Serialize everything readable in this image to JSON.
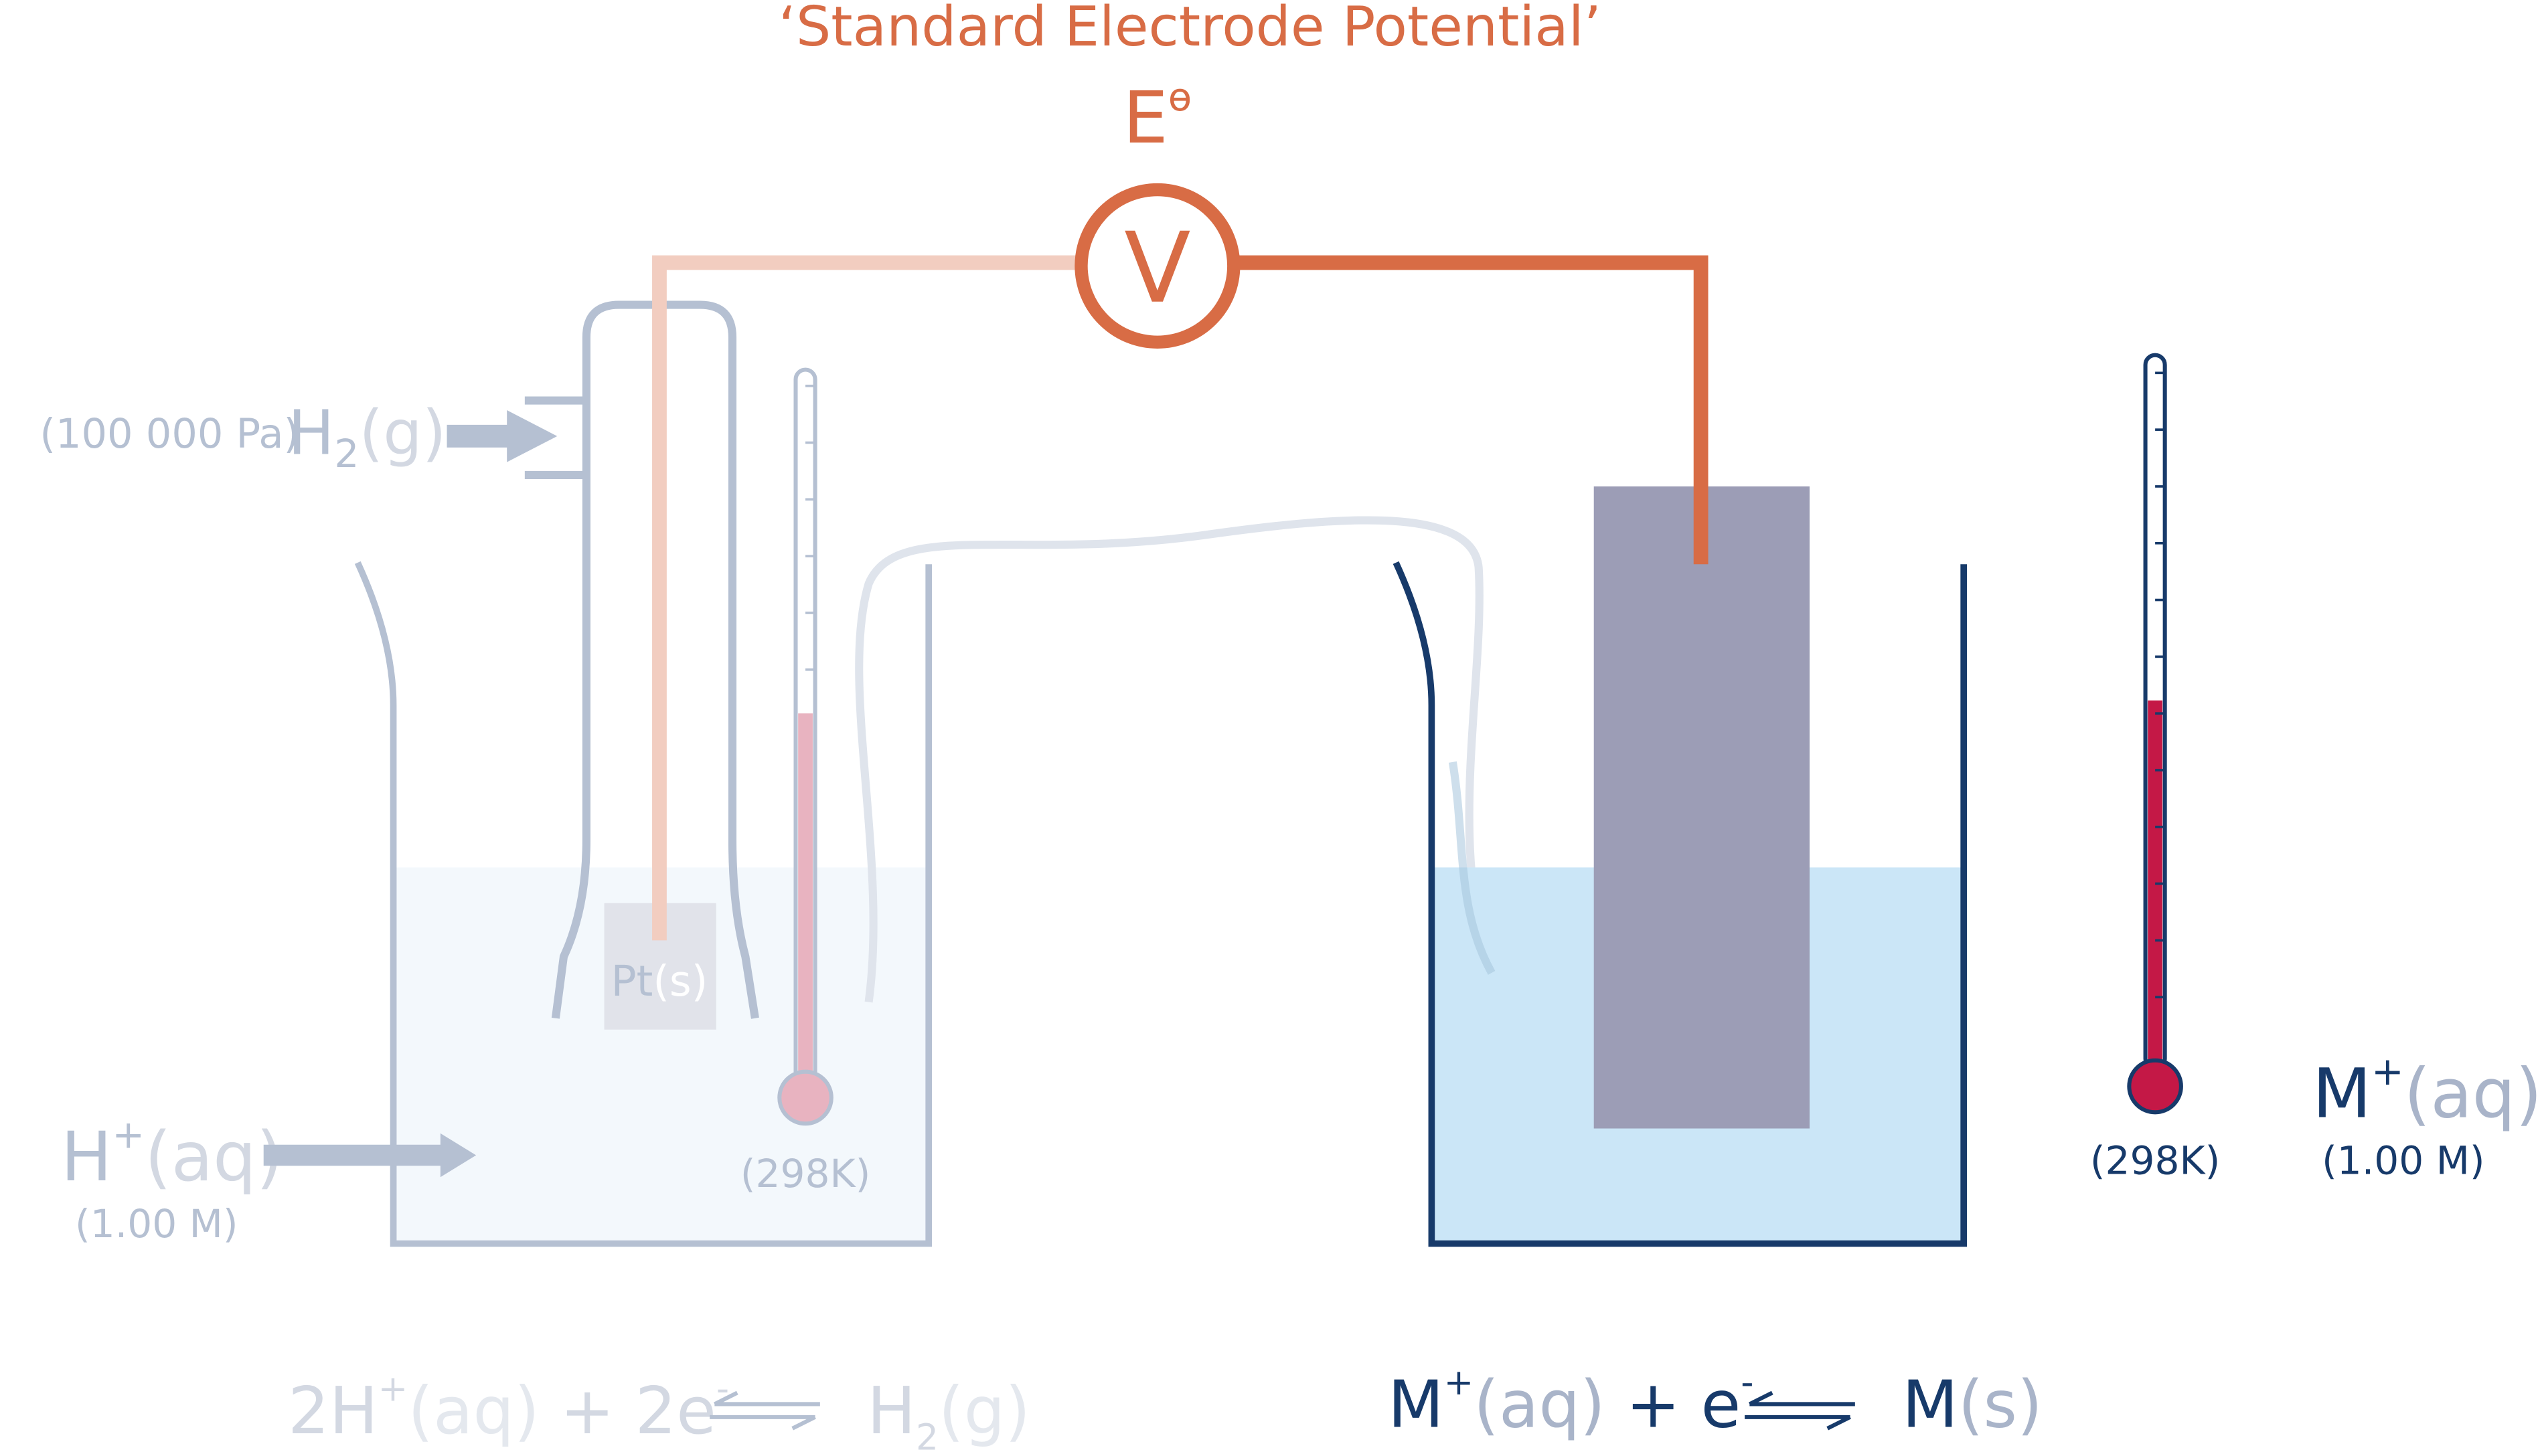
{
  "title": {
    "line1": "‘Standard Electrode Potential’",
    "symbol": "E",
    "symbol_sup": "ө"
  },
  "voltmeter": {
    "label": "V"
  },
  "hydrogen_half_cell": {
    "pressure": "(100 000 Pa)",
    "gas": {
      "base": "H",
      "sub": "2",
      "state": "(g)"
    },
    "electrode": {
      "base": "Pt",
      "state": "(s)"
    },
    "ion": {
      "base": "H",
      "sup": "+",
      "state": "(aq)"
    },
    "concentration": "(1.00 M)",
    "temperature": "(298K)",
    "equation": {
      "coef1": "2H",
      "sup1": "+",
      "state1": "(aq)",
      "plus": " + 2e",
      "sup2": "-",
      "prod_base": "H",
      "prod_sub": "2",
      "prod_state": "(g)"
    }
  },
  "metal_half_cell": {
    "ion": {
      "base": "M",
      "sup": "+",
      "state": "(aq)"
    },
    "concentration": "(1.00 M)",
    "temperature": "(298K)",
    "equation": {
      "base1": "M",
      "sup1": "+",
      "state1": "(aq)",
      "plus": " + e",
      "sup2": "-",
      "prod_base": "M",
      "prod_state": "(s)"
    }
  },
  "colors": {
    "orange": "#d86c45",
    "orange_light": "#f2cdc0",
    "navy": "#173a6a",
    "grey_blue": "#b5c0d2",
    "light_grey_text": "#d3d8e2",
    "solution_blue": "#cbe6f7",
    "solution_pale": "#f3f8fc",
    "electrode_grey": "#9c9db6",
    "mercury_red": "#c41846",
    "mercury_pink": "#e8b3c0"
  }
}
